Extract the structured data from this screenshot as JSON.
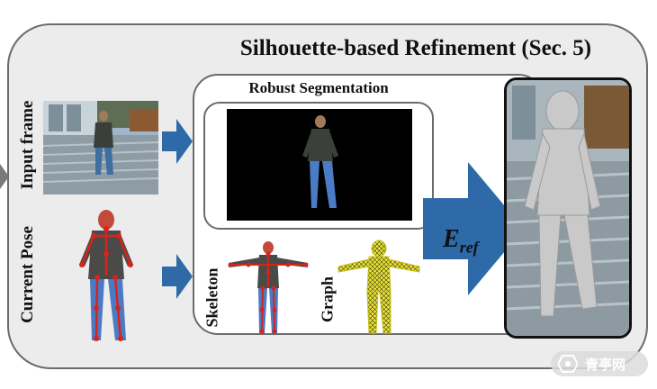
{
  "title": "Silhouette-based Refinement  (Sec. 5)",
  "inputs": {
    "input_frame_label": "Input frame",
    "current_pose_label": "Current Pose"
  },
  "segmentation": {
    "title": "Robust Segmentation"
  },
  "models": {
    "skeleton_label": "Skeleton",
    "graph_label": "Graph"
  },
  "energy": {
    "symbol": "E",
    "subscript": "ref"
  },
  "watermark": {
    "text": "青亭网"
  },
  "colors": {
    "panel_bg": "#ececec",
    "arrow_blue": "#2e6aa8",
    "border_gray": "#6b6b6b",
    "graph_yellow": "#e9e23a",
    "skeleton_red": "#d8231c"
  }
}
